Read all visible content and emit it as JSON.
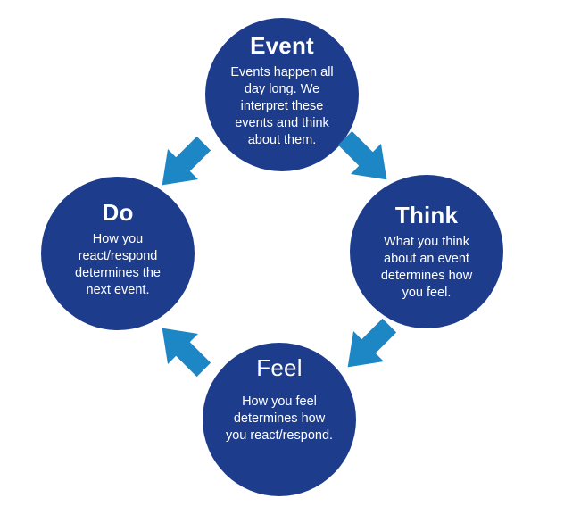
{
  "diagram": {
    "type": "cycle",
    "colors": {
      "background": "#ffffff",
      "node_fill": "#1e3c8c",
      "arrow_fill": "#1d86c4",
      "text": "#ffffff"
    },
    "nodes": [
      {
        "id": "event",
        "title": "Event",
        "body": "Events happen all\nday long. We\ninterpret these\nevents and think\nabout them."
      },
      {
        "id": "think",
        "title": "Think",
        "body": "What you think\nabout an event\ndetermines how\nyou feel."
      },
      {
        "id": "feel",
        "title": "Feel",
        "body": "How you feel\ndetermines how\nyou react/respond."
      },
      {
        "id": "do",
        "title": "Do",
        "body": "How you\nreact/respond\ndetermines the\nnext event."
      }
    ],
    "arrows": [
      {
        "id": "arrow-event-to-think",
        "from": "event",
        "to": "think",
        "direction": "down-right"
      },
      {
        "id": "arrow-event-to-do",
        "from": "event",
        "to": "do",
        "direction": "down-left"
      },
      {
        "id": "arrow-think-to-feel",
        "from": "think",
        "to": "feel",
        "direction": "down-left"
      },
      {
        "id": "arrow-feel-to-do",
        "from": "feel",
        "to": "do",
        "direction": "up-left"
      }
    ]
  }
}
